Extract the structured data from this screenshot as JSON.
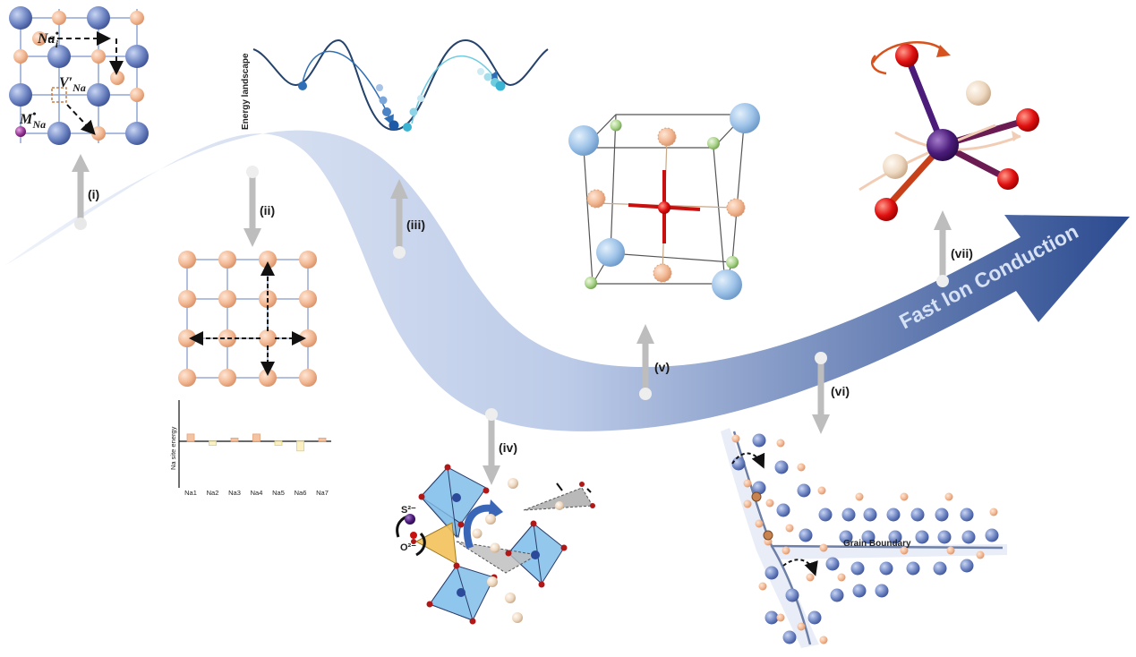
{
  "headline": "Fast Ion Conduction",
  "stages": [
    {
      "id": "i",
      "label": "(i)"
    },
    {
      "id": "ii",
      "label": "(ii)"
    },
    {
      "id": "iii",
      "label": "(iii)"
    },
    {
      "id": "iv",
      "label": "(iv)"
    },
    {
      "id": "v",
      "label": "(v)"
    },
    {
      "id": "vi",
      "label": "(vi)"
    },
    {
      "id": "vii",
      "label": "(vii)"
    }
  ],
  "defects": {
    "interstitial": {
      "base": "Na",
      "sup": "•",
      "sub": "i"
    },
    "vacancy": {
      "base": "V′",
      "sub": "Na"
    },
    "substitution": {
      "base": "M",
      "sup": "•",
      "sub": "Na"
    }
  },
  "energy_landscape_label": "Energy landscape",
  "site_energy": {
    "ylabel": "Na site energy",
    "categories": [
      "Na1",
      "Na2",
      "Na3",
      "Na4",
      "Na5",
      "Na6",
      "Na7"
    ],
    "values": [
      0.9,
      -0.5,
      0.4,
      0.9,
      -0.5,
      -1.2,
      0.4
    ]
  },
  "anions": {
    "s": "S²⁻",
    "o": "O²⁻"
  },
  "grain_boundary_label": "Grain Boundary",
  "colors": {
    "arrow_light": "#dfe6f4",
    "arrow_dark": "#2b4a8f",
    "blue_atom": "#6f86c4",
    "peach_atom": "#f2b893",
    "gray_arrow": "#b7b7b7",
    "octahedron": "#6fb4e6",
    "tetrahedron": "#f2c15a",
    "red_atom": "#e01010",
    "purple_atom": "#4b1c7a"
  }
}
